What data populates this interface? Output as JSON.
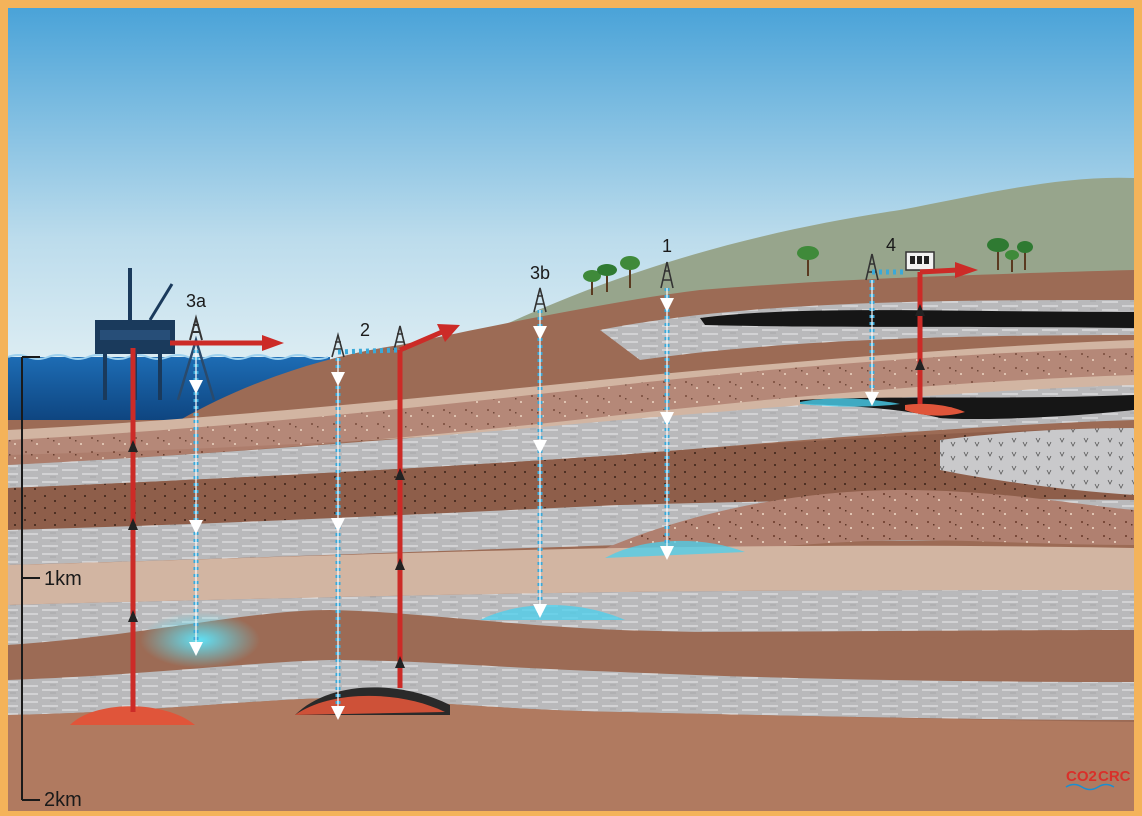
{
  "diagram": {
    "site_labels": {
      "s1": "1",
      "s2": "2",
      "s3a": "3a",
      "s3b": "3b",
      "s4": "4"
    },
    "depth_scale": {
      "mark_1": "1km",
      "mark_2": "2km"
    },
    "logo": {
      "part1": "CO2",
      "part2": "CRC"
    },
    "colors": {
      "frame": "#f4b35a",
      "sky_top": "#4aa3d8",
      "sky_bottom": "#e9f3f6",
      "sea": "#1a5fa8",
      "hill": "#97a58c",
      "shale_grey": "#b9b9bb",
      "sandstone_brown": "#9c6b55",
      "light_brown": "#d2b5a2",
      "production_pipe": "#cc2b27",
      "co2_injection": "#3aa9d9",
      "coal": "#161616",
      "brine": "#4ad0ee"
    }
  }
}
